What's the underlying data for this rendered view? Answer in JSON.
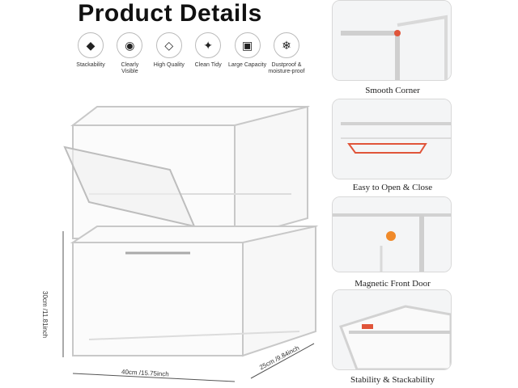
{
  "header": {
    "title": "Product Details"
  },
  "features": [
    {
      "icon": "stack-layers-icon",
      "glyph": "◆",
      "label": "Stackability"
    },
    {
      "icon": "eye-icon",
      "glyph": "◉",
      "label": "Clearly\nVisible"
    },
    {
      "icon": "diamond-icon",
      "glyph": "◇",
      "label": "High Quality"
    },
    {
      "icon": "sparkle-icon",
      "glyph": "✦",
      "label": "Clean Tidy"
    },
    {
      "icon": "box-capacity-icon",
      "glyph": "▣",
      "label": "Large Capacity"
    },
    {
      "icon": "water-drop-icon",
      "glyph": "❄",
      "label": "Dustproof &\nmoisture-proof"
    }
  ],
  "dimensions": {
    "height": "30cm /11.81inch",
    "width": "40cm /15.75inch",
    "depth": "25cm /9.84inch"
  },
  "details": [
    {
      "caption": "Smooth Corner"
    },
    {
      "caption": "Easy to Open & Close"
    },
    {
      "caption": "Magnetic Front Door"
    },
    {
      "caption": "Stability & Stackability"
    }
  ],
  "colors": {
    "accent": "#e0553a",
    "edge": "#c8c8c8"
  }
}
